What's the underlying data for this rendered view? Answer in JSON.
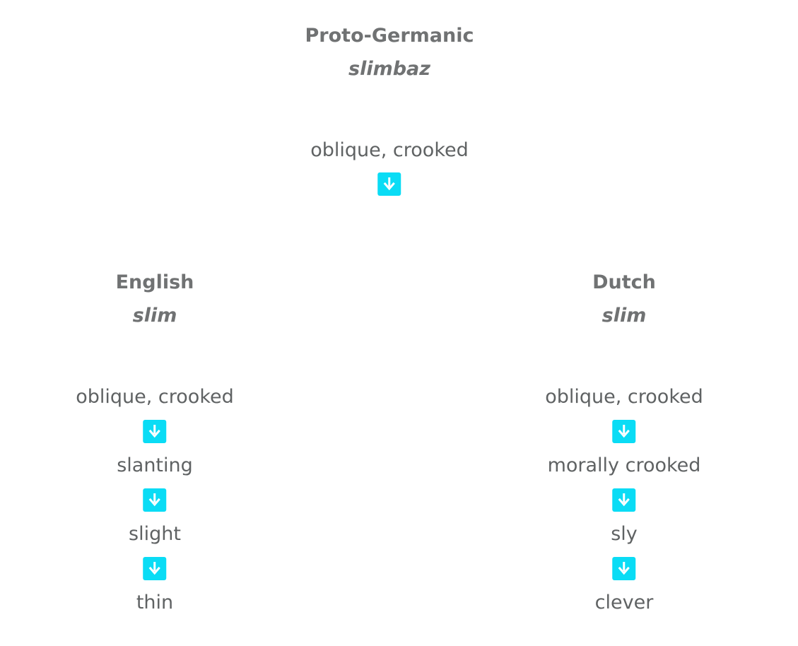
{
  "root": {
    "language": "Proto-Germanic",
    "word": "slimbaz",
    "senses": [
      "oblique, crooked"
    ]
  },
  "branches": [
    {
      "language": "English",
      "word": "slim",
      "senses": [
        "oblique, crooked",
        "slanting",
        "slight",
        "thin"
      ]
    },
    {
      "language": "Dutch",
      "word": "slim",
      "senses": [
        "oblique, crooked",
        "morally crooked",
        "sly",
        "clever"
      ]
    }
  ],
  "icons": {
    "arrow": "arrow-down-icon"
  },
  "colors": {
    "arrow_bg": "#0adcf5",
    "heading_text": "#707273",
    "body_text": "#5f6263"
  }
}
